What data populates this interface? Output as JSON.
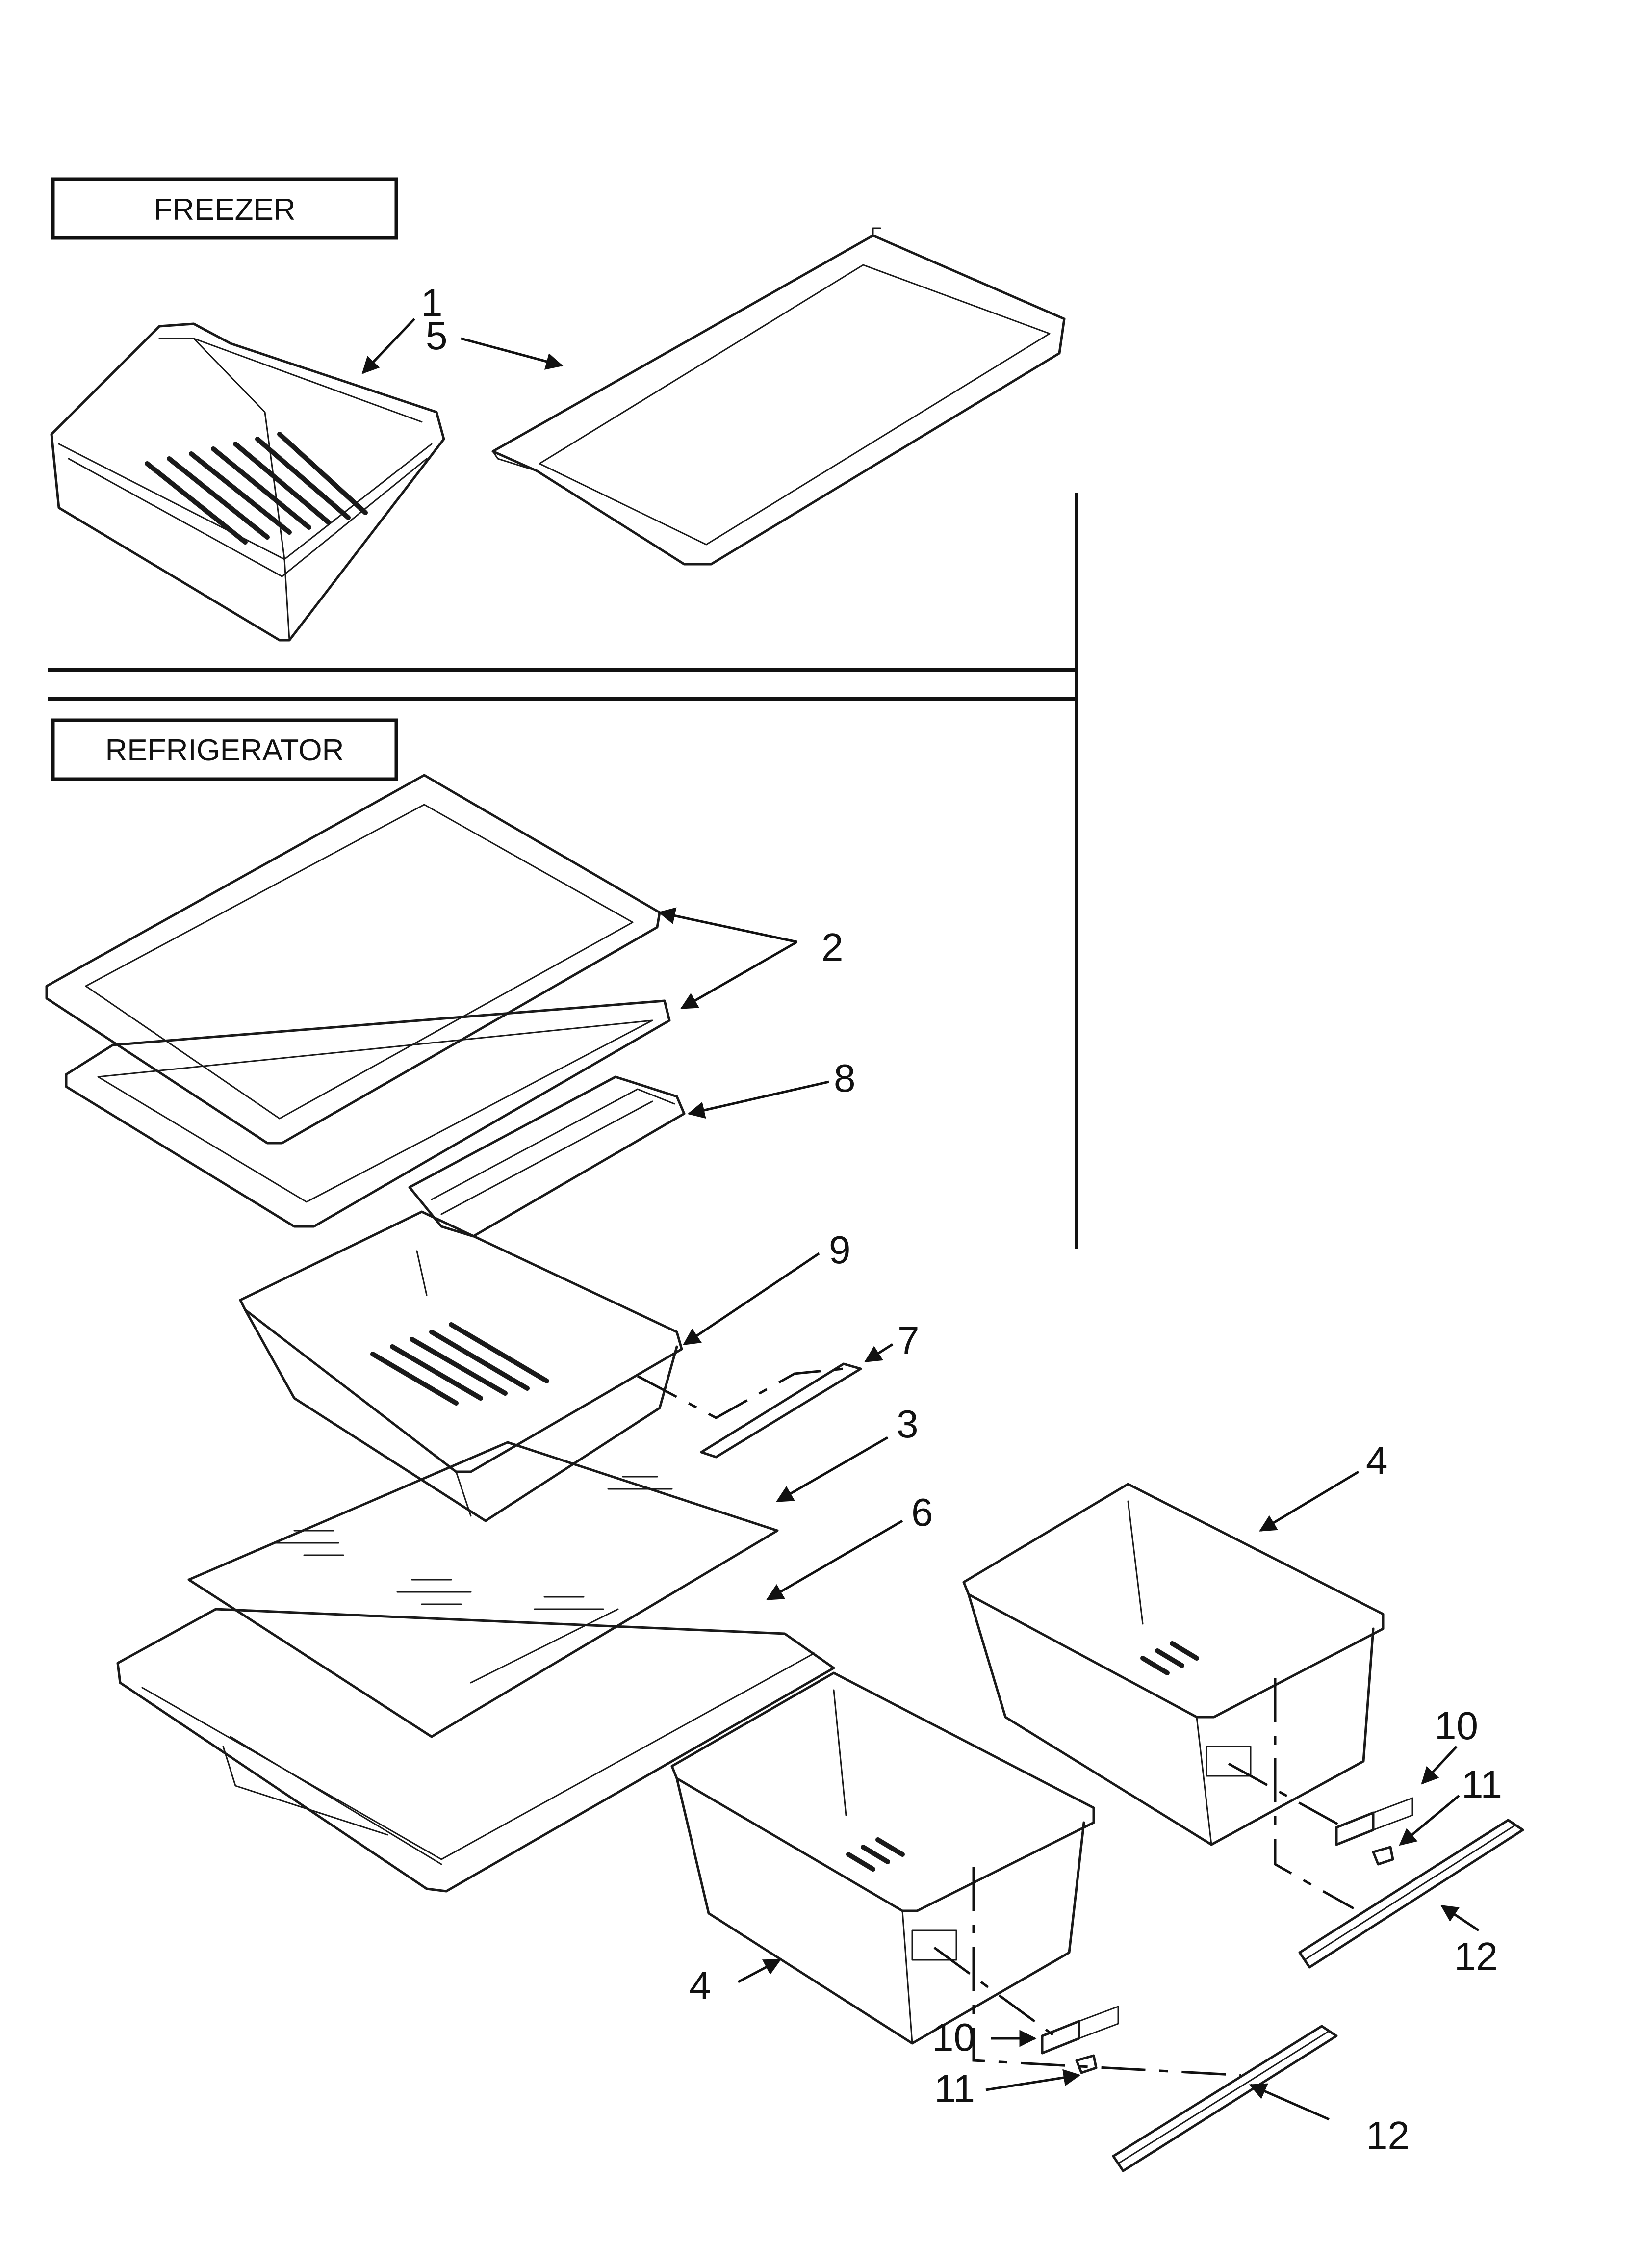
{
  "sections": {
    "freezer": "FREEZER",
    "refrigerator": "REFRIGERATOR"
  },
  "callouts": {
    "c1": "1",
    "c5": "5",
    "c2": "2",
    "c8": "8",
    "c9": "9",
    "c7": "7",
    "c3": "3",
    "c6": "6",
    "c4a": "4",
    "c4b": "4",
    "c10a": "10",
    "c11a": "11",
    "c12a": "12",
    "c10b": "10",
    "c11b": "11",
    "c12b": "12"
  }
}
